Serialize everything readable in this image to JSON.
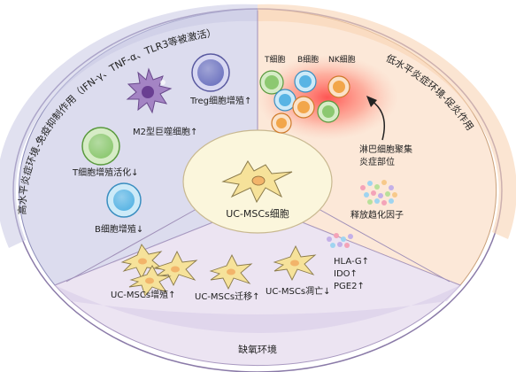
{
  "center": {
    "label": "UC-MSCs细胞"
  },
  "left_sector": {
    "arc_title": "高水平炎症环境-免疫抑制作用（IFN-γ、TNF-α、TLR3等被激活）",
    "items": [
      {
        "label": "Treg细胞增殖↑"
      },
      {
        "label": "M2型巨噬细胞↑"
      },
      {
        "label": "T细胞增殖活化↓"
      },
      {
        "label": "B细胞增殖↓"
      }
    ]
  },
  "right_sector": {
    "arc_title": "低水平炎症环境-促炎作用",
    "cell_labels": [
      "T细胞",
      "B细胞",
      "NK细胞"
    ],
    "recruit_text": [
      "淋巴细胞聚集",
      "炎症部位"
    ],
    "chemokine_text": "释放趋化因子"
  },
  "bottom_sector": {
    "items": [
      {
        "label": "UC-MSCs增殖↑"
      },
      {
        "label": "UC-MSCs迁移↑"
      },
      {
        "label": "UC-MSCs凋亡↓"
      }
    ],
    "factors": [
      "HLA-G↑",
      "IDO↑",
      "PGE2↑"
    ],
    "arc_title": "缺氧环境"
  },
  "colors": {
    "left_bg": "#dcdcee",
    "right_bg": "#fce8d8",
    "bottom_bg": "#ece4f2",
    "center_bg": "#fbf6dc",
    "msc_cell": "#f6e29a",
    "macrophage": "#a484c4",
    "treg": "#6e74c0",
    "t_cell": "#8cc870",
    "b_cell": "#58b4e4",
    "inflammation": "#ff4a4a"
  }
}
